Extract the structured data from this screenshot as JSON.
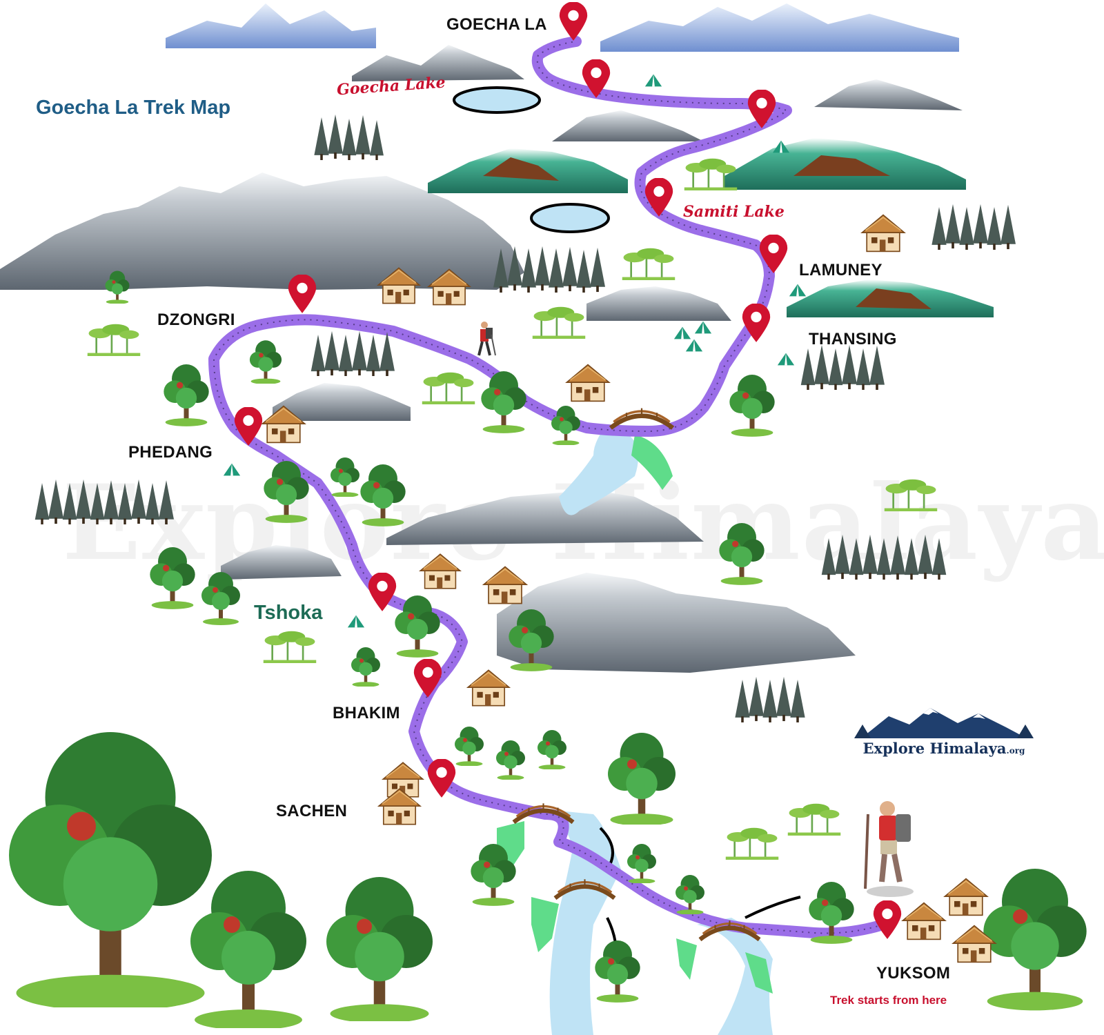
{
  "title": "Goecha La Trek Map",
  "places": {
    "goecha_la": "GOECHA LA",
    "dzongri": "DZONGRI",
    "phedang": "PHEDANG",
    "tshoka": "Tshoka",
    "bhakim": "BHAKIM",
    "sachen": "SACHEN",
    "lamuney": "LAMUNEY",
    "thansing": "THANSING",
    "yuksom": "YUKSOM"
  },
  "lakes": {
    "goecha_lake": "Goecha Lake",
    "samiti_lake": "Samiti Lake"
  },
  "trek_start_note": "Trek starts from here",
  "logo": {
    "name": "Explore Himalaya",
    "suffix": ".org"
  },
  "watermark": "Explore Himalaya.org",
  "colors": {
    "route": "#9b6ee8",
    "pin": "#d0122f",
    "title": "#1f5d86",
    "lake_label": "#c8102e",
    "water": "#bfe3f5"
  },
  "icons": [
    "map-pin-icon",
    "tent-icon",
    "hut-icon",
    "tree-icon",
    "bridge-icon",
    "mountain-icon",
    "hiker-icon"
  ]
}
